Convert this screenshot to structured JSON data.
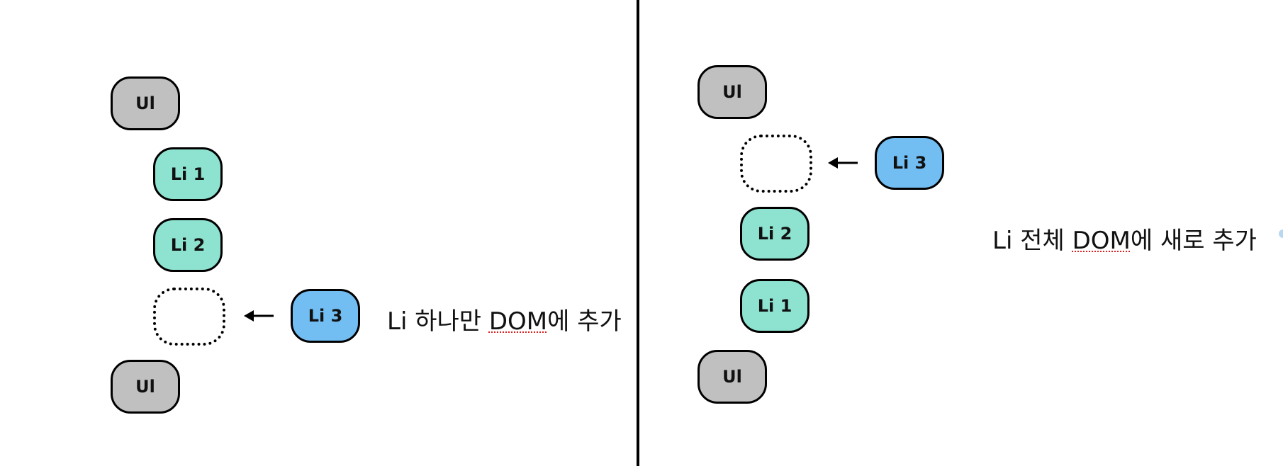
{
  "left_panel": {
    "nodes": [
      "Ul",
      "Li 1",
      "Li 2",
      "Ul"
    ],
    "incoming": "Li 3",
    "caption_before": "Li 하나만 ",
    "caption_dom": "DOM",
    "caption_after": "에 추가"
  },
  "right_panel": {
    "nodes": [
      "Ul",
      "Li 2",
      "Li 1",
      "Ul"
    ],
    "incoming": "Li 3",
    "caption_before": "Li 전체 ",
    "caption_dom": "DOM",
    "caption_after": "에 새로 추가"
  },
  "colors": {
    "ul": "#c0c0c0",
    "li": "#8de2d0",
    "new_li": "#72bdf2",
    "spellcheck_underline": "#e02020"
  }
}
